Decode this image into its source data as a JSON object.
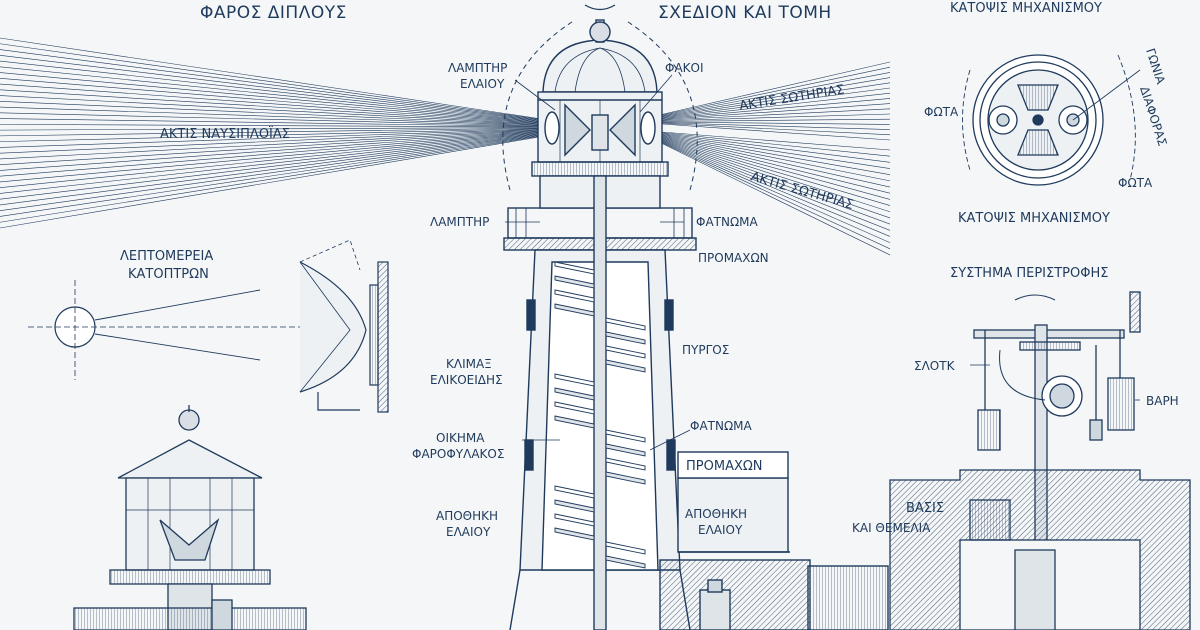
{
  "header": {
    "left_title": "ΦΑΡΟΣ ΔΙΠΛΟΥΣ",
    "center_title": "ΣΧΕΔΙΟΝ ΚΑΙ ΤΟΜΗ",
    "right_top_title": "ΚΑΤΟΨΙΣ ΜΗΧΑΝΙΣΜΟΥ"
  },
  "beams": {
    "left": "ΑΚΤΙΣ ΝΑΥΣΙΠΛΟΪΑΣ",
    "right_upper": "ΑΚΤΙΣ ΣΩΤΗΡΙΑΣ",
    "right_lower": "ΑΚΤΙΣ ΣΩΤΗΡΙΑΣ"
  },
  "lamp": {
    "lamp_oil_line1": "ΛΑΜΠΤΗΡ",
    "lamp_oil_line2": "ΕΛΑΙΟΥ",
    "lenses": "ΦΑΚΟΙ"
  },
  "mirror_detail": {
    "title_line1": "ΛΕΠΤΟΜΕΡΕΙΑ",
    "title_line2": "ΚΑΤΟΠΤΡΩΝ"
  },
  "tower_labels": {
    "lampter": "ΛΑΜΠΤΗΡ",
    "fatnoma_top": "ΦΑΤΝΩΜΑ",
    "promachon_top": "ΠΡΟΜΑΧΩΝ",
    "pyrgos": "ΠΥΡΓΟΣ",
    "klimax_line1": "ΚΛΙΜΑΞ",
    "klimax_line2": "ΕΛΙΚΟΕΙΔΗΣ",
    "oikima_line1": "ΟΙΚΗΜΑ",
    "oikima_line2": "ΦΑΡΟΦΥΛΑΚΟΣ",
    "fatnoma_mid": "ΦΑΤΝΩΜΑ",
    "promachon_box": "ΠΡΟΜΑΧΩΝ",
    "apothiki_left_line1": "ΑΠΟΘΗΚΗ",
    "apothiki_left_line2": "ΕΛΑΙΟΥ",
    "apothiki_right_line1": "ΑΠΟΘΗΚΗ",
    "apothiki_right_line2": "ΕΛΑΙΟΥ"
  },
  "mechanism_plan": {
    "fota_left": "ΦΩΤΑ",
    "fota_bottom": "ΦΩΤΑ",
    "gonia_line1": "ΓΩΝΙΑ",
    "gonia_line2": "ΔΙΑΦΟΡΑΣ",
    "caption": "ΚΑΤΟΨΙΣ ΜΗΧΑΝΙΣΜΟΥ"
  },
  "rotation_system": {
    "title": "ΣΥΣΤΗΜΑ ΠΕΡΙΣΤΡΟΦΗΣ",
    "slotk": "ΣΛΟΤΚ",
    "varh": "ΒΑΡΗ",
    "vasis": "ΒΑΣΙΣ",
    "themelia": "ΚΑΙ ΘΕΜΕΛΙΑ"
  },
  "colors": {
    "ink": "#1f3a5c",
    "paper": "#f4f6f7"
  }
}
